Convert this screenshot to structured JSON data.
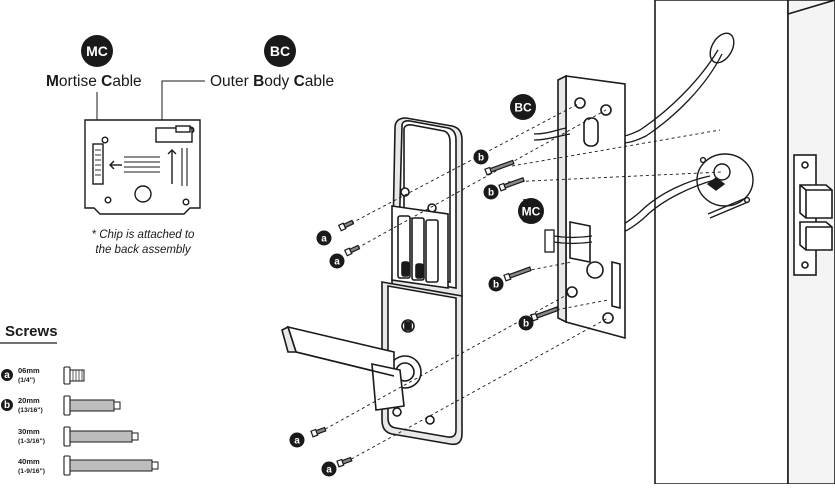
{
  "badges": {
    "mc": "MC",
    "bc": "BC"
  },
  "labels": {
    "mortise_cable": {
      "m": "M",
      "ortise": "ortise ",
      "c": "C",
      "able": "able"
    },
    "outer_body_cable": {
      "outer": "Outer ",
      "b": "B",
      "ody": "ody ",
      "c": "C",
      "able": "able"
    }
  },
  "note": {
    "line1": "* Chip is attached to",
    "line2": "the back assembly"
  },
  "screws": {
    "heading": "Screws",
    "items": [
      {
        "key": "a",
        "size": "06mm",
        "inch": "(1/4\")"
      },
      {
        "key": "b",
        "size": "20mm",
        "inch": "(13/16\")"
      },
      {
        "key": "",
        "size": "30mm",
        "inch": "(1-3/16\")"
      },
      {
        "key": "",
        "size": "40mm",
        "inch": "(1-9/16\")"
      }
    ]
  },
  "callouts": {
    "a": "a",
    "b": "b"
  },
  "colors": {
    "ink": "#1a1a1a",
    "paper": "#ffffff",
    "shade": "#e8e8e8"
  }
}
